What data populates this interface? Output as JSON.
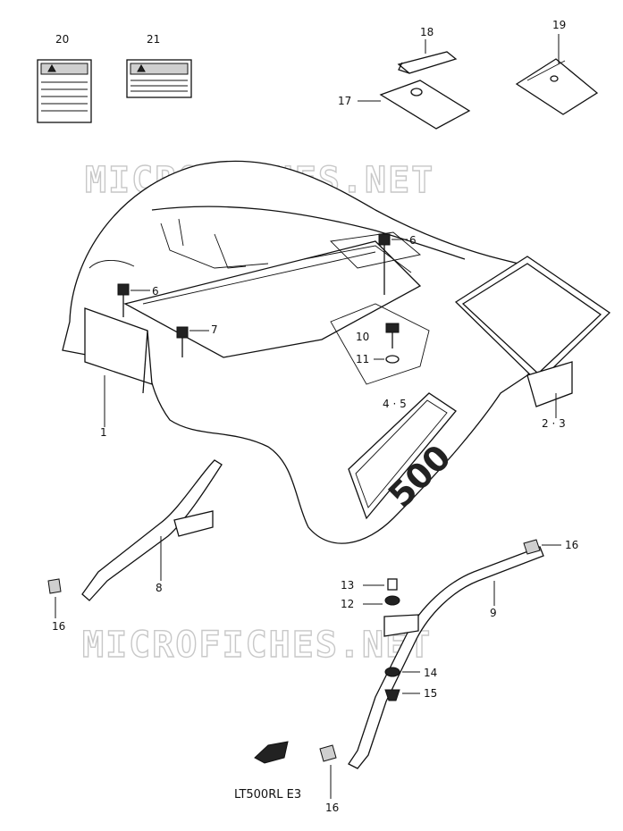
{
  "watermark": "MICROFICHES.NET",
  "model_label": "LT500RL  E3",
  "part_labels": {
    "p1": "1",
    "p2_3": "2 · 3",
    "p4_5": "4 · 5",
    "p6a": "6",
    "p6b": "6",
    "p7": "7",
    "p8": "8",
    "p9": "9",
    "p10": "10",
    "p11": "11",
    "p12": "12",
    "p13": "13",
    "p14": "14",
    "p15": "15",
    "p16a": "16",
    "p16b": "16",
    "p16c": "16",
    "p17": "17",
    "p18": "18",
    "p19": "19",
    "p20": "20",
    "p21": "21"
  },
  "fender_emblem": "500",
  "colors": {
    "ink": "#111111",
    "watermark": "#c8c8c8",
    "background": "#ffffff"
  }
}
